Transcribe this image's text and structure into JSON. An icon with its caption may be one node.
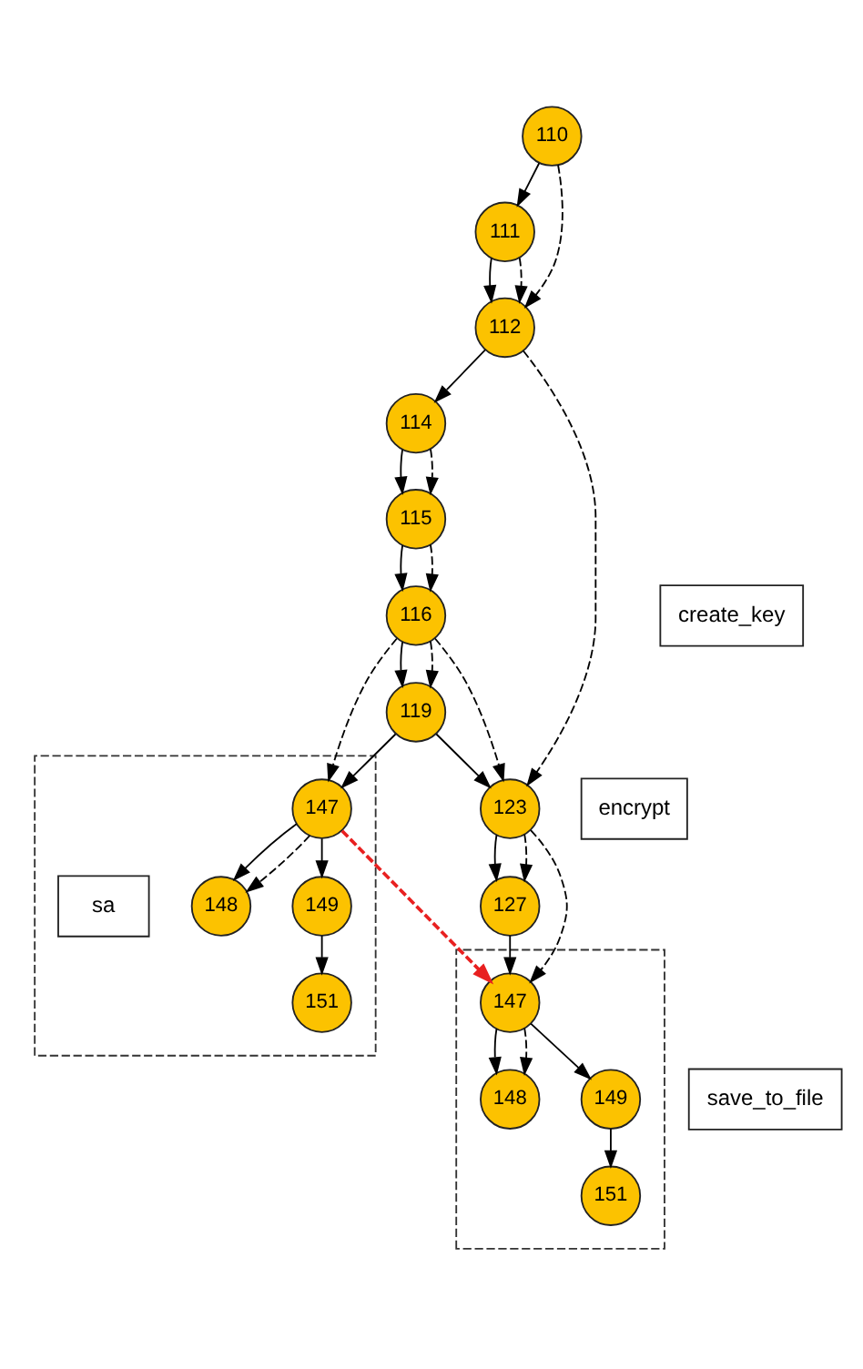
{
  "diagram": {
    "nodes": [
      {
        "text": [
          "110"
        ]
      },
      {
        "text": [
          "111"
        ]
      },
      {
        "text": [
          "112"
        ]
      },
      {
        "text": [
          "114"
        ]
      },
      {
        "text": [
          "115"
        ]
      },
      {
        "text": [],
        "shape": "box"
      },
      {
        "text": [
          "147"
        ],
        "in": 5
      },
      {
        "text": [
          "create_key"
        ]
      },
      {
        "text": [
          "116"
        ]
      },
      {
        "text": [
          "148"
        ],
        "in": 5
      },
      {
        "text": [
          "sa"
        ],
        "in": 5
      },
      {
        "text": [
          "119"
        ]
      },
      {
        "text": [
          "149"
        ],
        "in": 5
      },
      {
        "text": [
          "123"
        ]
      },
      {
        "text": [
          "encrypt"
        ]
      },
      {
        "text": [
          "151"
        ],
        "in": 5
      },
      {
        "text": [],
        "shape": "box"
      },
      {
        "text": [
          "147"
        ],
        "in": 16
      },
      {
        "text": [
          "127"
        ]
      },
      {
        "text": [
          "148"
        ],
        "in": 16
      },
      {
        "text": [
          "save_to_file"
        ]
      },
      {
        "text": [
          "149"
        ],
        "in": 16
      },
      {
        "text": [
          "151"
        ],
        "in": 16
      }
    ],
    "edges": [
      {
        "from": 0,
        "to": 1,
        "arrow": "to"
      },
      {
        "from": 0,
        "to": 2,
        "arrow": "to",
        "style": "dashed"
      },
      {
        "from": 1,
        "to": 2,
        "arrow": "to"
      },
      {
        "from": 1,
        "to": 2,
        "arrow": "to",
        "style": "dashed"
      },
      {
        "from": 2,
        "to": 3,
        "arrow": "to"
      },
      {
        "from": 2,
        "to": 13,
        "arrow": "to",
        "style": "dashed"
      },
      {
        "from": 3,
        "to": 4,
        "arrow": "to"
      },
      {
        "from": 3,
        "to": 4,
        "arrow": "to",
        "style": "dashed"
      },
      {
        "from": 4,
        "to": 8,
        "arrow": "to"
      },
      {
        "from": 4,
        "to": 8,
        "arrow": "to",
        "style": "dashed"
      },
      {
        "from": 8,
        "to": 11,
        "arrow": "to"
      },
      {
        "from": 8,
        "to": 11,
        "arrow": "to",
        "style": "dashed"
      },
      {
        "from": 8,
        "to": 13,
        "arrow": "to",
        "style": "dashed"
      },
      {
        "from": 8,
        "to": 6,
        "arrow": "to",
        "style": "dashed"
      },
      {
        "from": 11,
        "to": 6,
        "arrow": "to"
      },
      {
        "from": 11,
        "to": 13,
        "arrow": "to"
      },
      {
        "from": 13,
        "to": 18,
        "arrow": "to"
      },
      {
        "from": 13,
        "to": 18,
        "arrow": "to",
        "style": "dashed"
      },
      {
        "from": 13,
        "to": 17,
        "arrow": "to",
        "style": "dashed"
      },
      {
        "from": 18,
        "to": 17,
        "arrow": "to"
      },
      {
        "from": 6,
        "to": 9,
        "arrow": "to"
      },
      {
        "from": 6,
        "to": 9,
        "arrow": "to",
        "style": "dashed"
      },
      {
        "from": 6,
        "to": 12,
        "arrow": "to"
      },
      {
        "from": 12,
        "to": 15,
        "arrow": "to"
      },
      {
        "from": 17,
        "to": 19,
        "arrow": "to"
      },
      {
        "from": 17,
        "to": 19,
        "arrow": "to",
        "style": "dashed"
      },
      {
        "from": 17,
        "to": 21,
        "arrow": "to"
      },
      {
        "from": 21,
        "to": 22,
        "arrow": "to"
      },
      {
        "from": 6,
        "to": 17,
        "arrow": "to",
        "style": "dashed",
        "color": "#e82020"
      }
    ]
  }
}
